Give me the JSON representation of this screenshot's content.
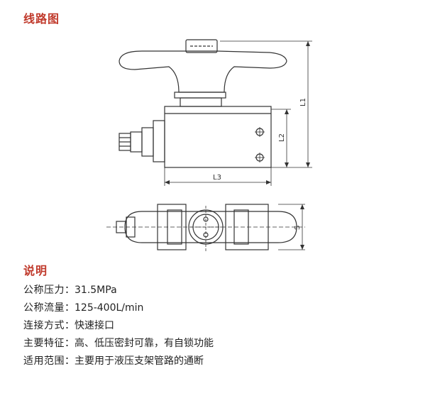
{
  "headings": {
    "drawing": "线路图",
    "description": "说明"
  },
  "dimensions": {
    "l1": "L1",
    "l2": "L2",
    "l3": "L3",
    "s": "S"
  },
  "specs": [
    {
      "label": "公称压力",
      "sep": "：",
      "value": "31.5MPa"
    },
    {
      "label": "公称流量",
      "sep": "：",
      "value": "125-400L/min"
    },
    {
      "label": "连接方式",
      "sep": "：",
      "value": "快速接口"
    },
    {
      "label": "主要特征",
      "sep": "：",
      "value": "高、低压密封可靠，有自锁功能"
    },
    {
      "label": "适用范围",
      "sep": "：",
      "value": "主要用于液压支架管路的通断"
    }
  ],
  "colors": {
    "heading": "#c0392b",
    "line": "#333333",
    "text": "#222222"
  }
}
